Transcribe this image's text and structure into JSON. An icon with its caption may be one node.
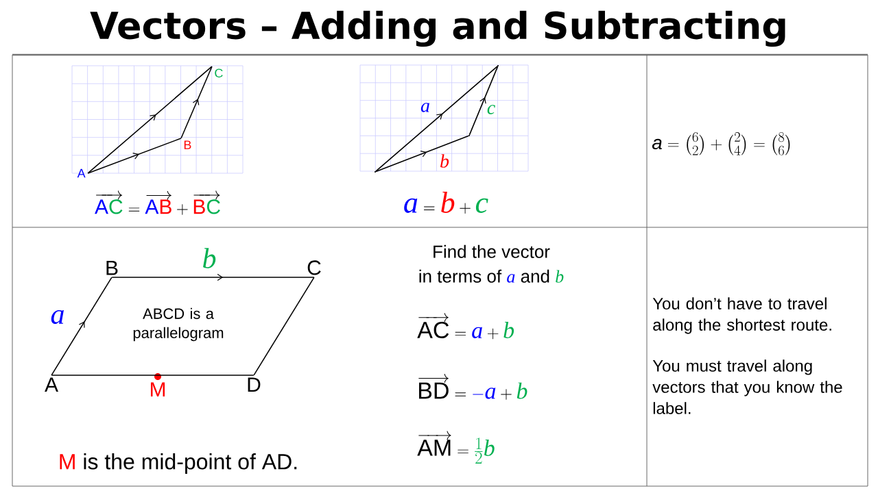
{
  "diagram": {
    "title": "Vectors – Adding and Subtracting",
    "nodes": [
      {
        "text": [
          "A"
        ]
      },
      {
        "text": [
          "B"
        ]
      },
      {
        "text": [
          "C"
        ]
      },
      {
        "text": [],
        "shape": "dot"
      },
      {
        "text": [],
        "shape": "dot"
      },
      {
        "text": [],
        "shape": "dot"
      },
      {
        "text": [
          "A"
        ]
      },
      {
        "text": [
          "B"
        ]
      },
      {
        "text": [
          "C"
        ]
      },
      {
        "text": [
          "D"
        ]
      },
      {
        "text": [
          "M"
        ]
      }
    ],
    "edges": [
      {
        "from": 0,
        "to": 1,
        "arrow": "to"
      },
      {
        "from": 1,
        "to": 2,
        "arrow": "to"
      },
      {
        "from": 0,
        "to": 2,
        "arrow": "to"
      },
      {
        "from": 3,
        "to": 5,
        "arrow": "to",
        "label": "a"
      },
      {
        "from": 3,
        "to": 4,
        "arrow": "to",
        "label": "b"
      },
      {
        "from": 4,
        "to": 5,
        "arrow": "to",
        "label": "c"
      },
      {
        "from": 6,
        "to": 7,
        "arrow": "to",
        "label": "a"
      },
      {
        "from": 7,
        "to": 8,
        "arrow": "to",
        "label": "b"
      },
      {
        "from": 8,
        "to": 9,
        "arrow": "none"
      },
      {
        "from": 6,
        "to": 9,
        "arrow": "none"
      }
    ],
    "labels": [
      "\\overrightarrow{\\textcolor[HTML]{0000FF}{\\mathsf{A}}\\textcolor[HTML]{00B050}{\\mathsf{C}}} = \\overrightarrow{\\textcolor[HTML]{0000FF}{\\mathsf{A}}\\textcolor[HTML]{FF0000}{\\mathsf{B}}} + \\overrightarrow{\\textcolor[HTML]{FF0000}{\\mathsf{B}}\\textcolor[HTML]{00B050}{\\mathsf{C}}}",
      "\\textcolor[HTML]{0000FF}{\\mathit{a}} = \\textcolor[HTML]{FF0000}{\\mathit{b}} + \\textcolor[HTML]{00B050}{\\mathit{c}}",
      "\\text{\\itshape a} = \\binom{6}{2} + \\binom{2}{4} = \\binom{8}{6}",
      "ABCD is a parallelogram",
      "\\textcolor[HTML]{FF0000}{\\text{M}}\\text{ is the mid-point of AD.}",
      "\\begin{gathered}\\text{Find the vector}\\\\ \\text{in terms of }\\textcolor[HTML]{0000FF}{\\mathit{a}}\\text{ and }\\textcolor[HTML]{00B050}{\\mathit{b}}\\end{gathered}",
      "\\overrightarrow{\\mathsf{AC}} = \\textcolor[HTML]{0000FF}{\\mathit{a}} + \\textcolor[HTML]{00B050}{\\mathit{b}}",
      "\\overrightarrow{\\mathsf{BD}} = \\textcolor[HTML]{0000FF}{-\\mathit{a}} + \\textcolor[HTML]{00B050}{\\mathit{b}}",
      "\\overrightarrow{\\mathsf{AM}} = \\textcolor[HTML]{00B050}{\\tfrac{1}{2}\\mathit{b}}",
      "You don’t have to travel along the shortest route.",
      "You must travel along vectors that you know the label."
    ]
  }
}
